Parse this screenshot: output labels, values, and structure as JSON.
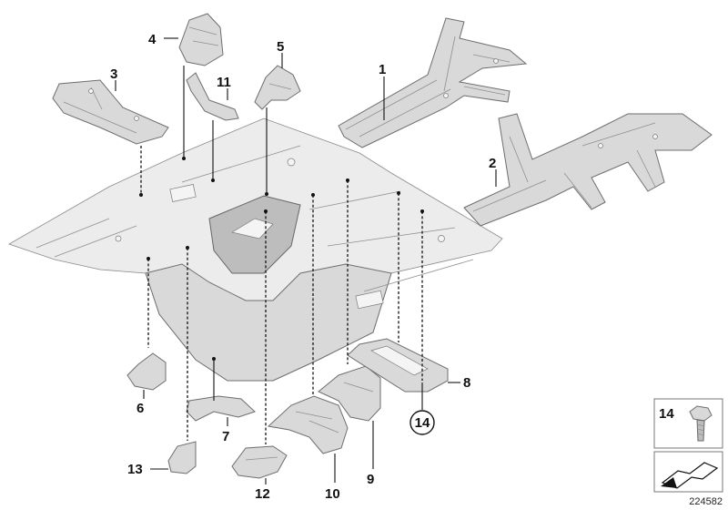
{
  "callouts": {
    "c1": "1",
    "c2": "2",
    "c3": "3",
    "c4": "4",
    "c5": "5",
    "c6": "6",
    "c7": "7",
    "c8": "8",
    "c9": "9",
    "c10": "10",
    "c11": "11",
    "c12": "12",
    "c13": "13",
    "c14_circled": "14"
  },
  "legend": {
    "item_number": "14"
  },
  "reference_number": "224582"
}
